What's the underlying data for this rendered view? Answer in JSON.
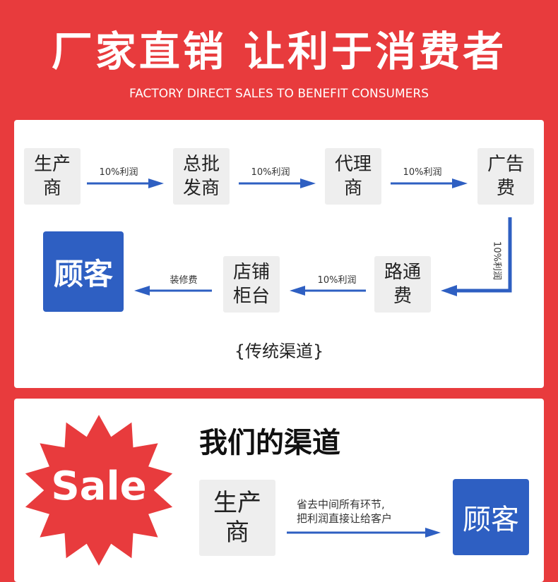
{
  "header": {
    "title": "厂家直销 让利于消费者",
    "subtitle": "FACTORY DIRECT SALES TO BENEFIT CONSUMERS"
  },
  "traditional": {
    "nodes": {
      "n1": [
        "生产",
        "商"
      ],
      "n2": [
        "总批",
        "发商"
      ],
      "n3": [
        "代理",
        "商"
      ],
      "n4": [
        "广告",
        "费"
      ],
      "n5": [
        "路通",
        "费"
      ],
      "n6": [
        "店铺",
        "柜台"
      ],
      "customer": "顾客"
    },
    "arrows": {
      "a1": "10%利润",
      "a2": "10%利润",
      "a3": "10%利润",
      "a4": "10%利润",
      "a5": "10%利润",
      "a6": "装修费"
    },
    "caption": "{传统渠道}"
  },
  "ours": {
    "heading": "我们的渠道",
    "badge": "Sale",
    "producer": [
      "生产",
      "商"
    ],
    "customer": "顾客",
    "description": [
      "省去中间所有环节,",
      "把利润直接让给客户"
    ]
  },
  "colors": {
    "background": "#e83b3d",
    "accent_blue": "#2e5fc2",
    "panel": "#ffffff"
  }
}
